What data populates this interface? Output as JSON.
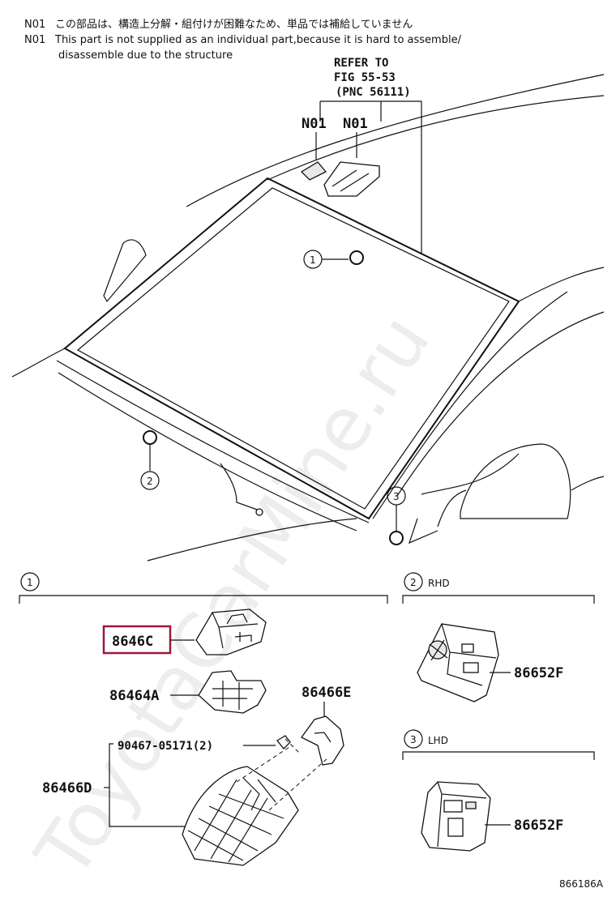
{
  "notes": [
    {
      "code": "N01",
      "text": "この部品は、構造上分解・組付けが困難なため、単品では補給していません"
    },
    {
      "code": "N01",
      "text": "This part is not supplied as an individual part,because it is hard to assemble/"
    },
    {
      "code": "",
      "text": "disassemble due to the structure"
    }
  ],
  "refer": {
    "line1": "REFER TO",
    "line2": "FIG 55-53",
    "line3": "(PNC 56111)"
  },
  "n01_labels": [
    "N01",
    "N01"
  ],
  "callouts": [
    "1",
    "2",
    "3"
  ],
  "section1": {
    "num": "1"
  },
  "section2": {
    "num": "2",
    "label": "RHD"
  },
  "section3": {
    "num": "3",
    "label": "LHD"
  },
  "parts": {
    "p8646c": "8646C",
    "p86464a": "86464A",
    "p86466e": "86466E",
    "p90467": "90467-05171(2)",
    "p86466d": "86466D",
    "p86652f_rhd": "86652F",
    "p86652f_lhd": "86652F"
  },
  "highlight_color": "#a0163a",
  "figure_id": "866186A",
  "watermark": "ToyotaCarMine.ru"
}
